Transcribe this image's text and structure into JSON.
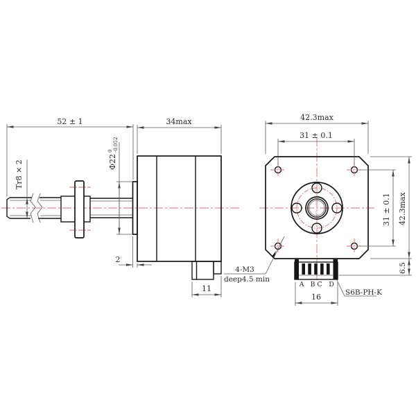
{
  "drawing": {
    "kind": "technical-drawing",
    "subject": "stepper motor with Tr8 lead screw, side view and front view",
    "colors": {
      "line": "#161616",
      "centerline": "#e06a6a",
      "background": "#ffffff",
      "dim_line": "#5a5a5a"
    },
    "side_view": {
      "dims": {
        "overall_length": "52 ± 1",
        "body_length": "34max",
        "lead_screw_thread": "Tr8 × 2",
        "pilot_diameter": "Φ22",
        "pilot_tol_upper": "0",
        "pilot_tol_lower": "-0.052",
        "boss_protrusion": "2",
        "connector_depth": "11"
      }
    },
    "front_view": {
      "dims": {
        "width_max": "42.3max",
        "hole_spacing_horizontal": "31 ± 0.1",
        "hole_spacing_vertical": "31 ± 0.1",
        "height_max": "42.3max",
        "connector_protrusion": "6.5",
        "connector_width": "16"
      },
      "labels": {
        "mounting_holes": "4-M3",
        "mounting_holes_depth": "deep4.5 min",
        "connector_part_number": "S6B-PH-K",
        "pins": [
          "A",
          "B",
          "C",
          "D"
        ]
      }
    }
  }
}
